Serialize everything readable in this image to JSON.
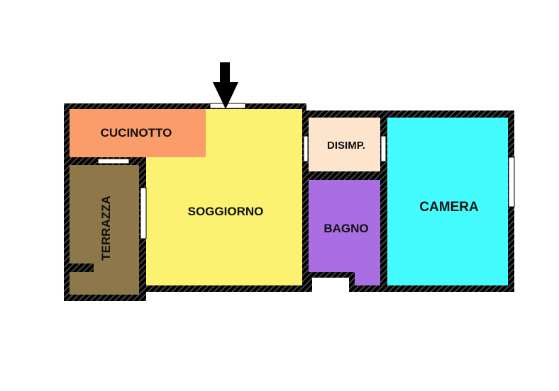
{
  "rooms": {
    "cucinotto": {
      "label": "CUCINOTTO",
      "color": "#FB9D6A"
    },
    "soggiorno": {
      "label": "SOGGIORNO",
      "color": "#FCF271"
    },
    "terrazza": {
      "label": "TERRAZZA",
      "color": "#8E7748"
    },
    "disimp": {
      "label": "DISIMP.",
      "color": "#FDE4CD"
    },
    "bagno": {
      "label": "BAGNO",
      "color": "#AA6EE3"
    },
    "camera": {
      "label": "CAMERA",
      "color": "#44FCFD"
    }
  },
  "colors": {
    "wall": "#000000",
    "window": "#ffffff",
    "entrance_arrow": "#000000"
  },
  "icons": {
    "entrance": "arrow-down-icon"
  }
}
